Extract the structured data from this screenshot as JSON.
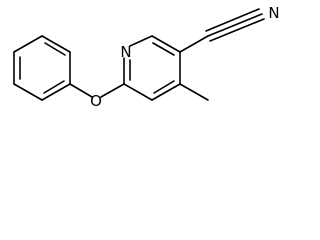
{
  "molecule": {
    "atoms": {
      "ring_nitrogen": "N",
      "ether_oxygen": "O",
      "nitrile_nitrogen": "N"
    },
    "colors": {
      "bond": "#000000",
      "label": "#000000",
      "background": "#ffffff"
    }
  }
}
